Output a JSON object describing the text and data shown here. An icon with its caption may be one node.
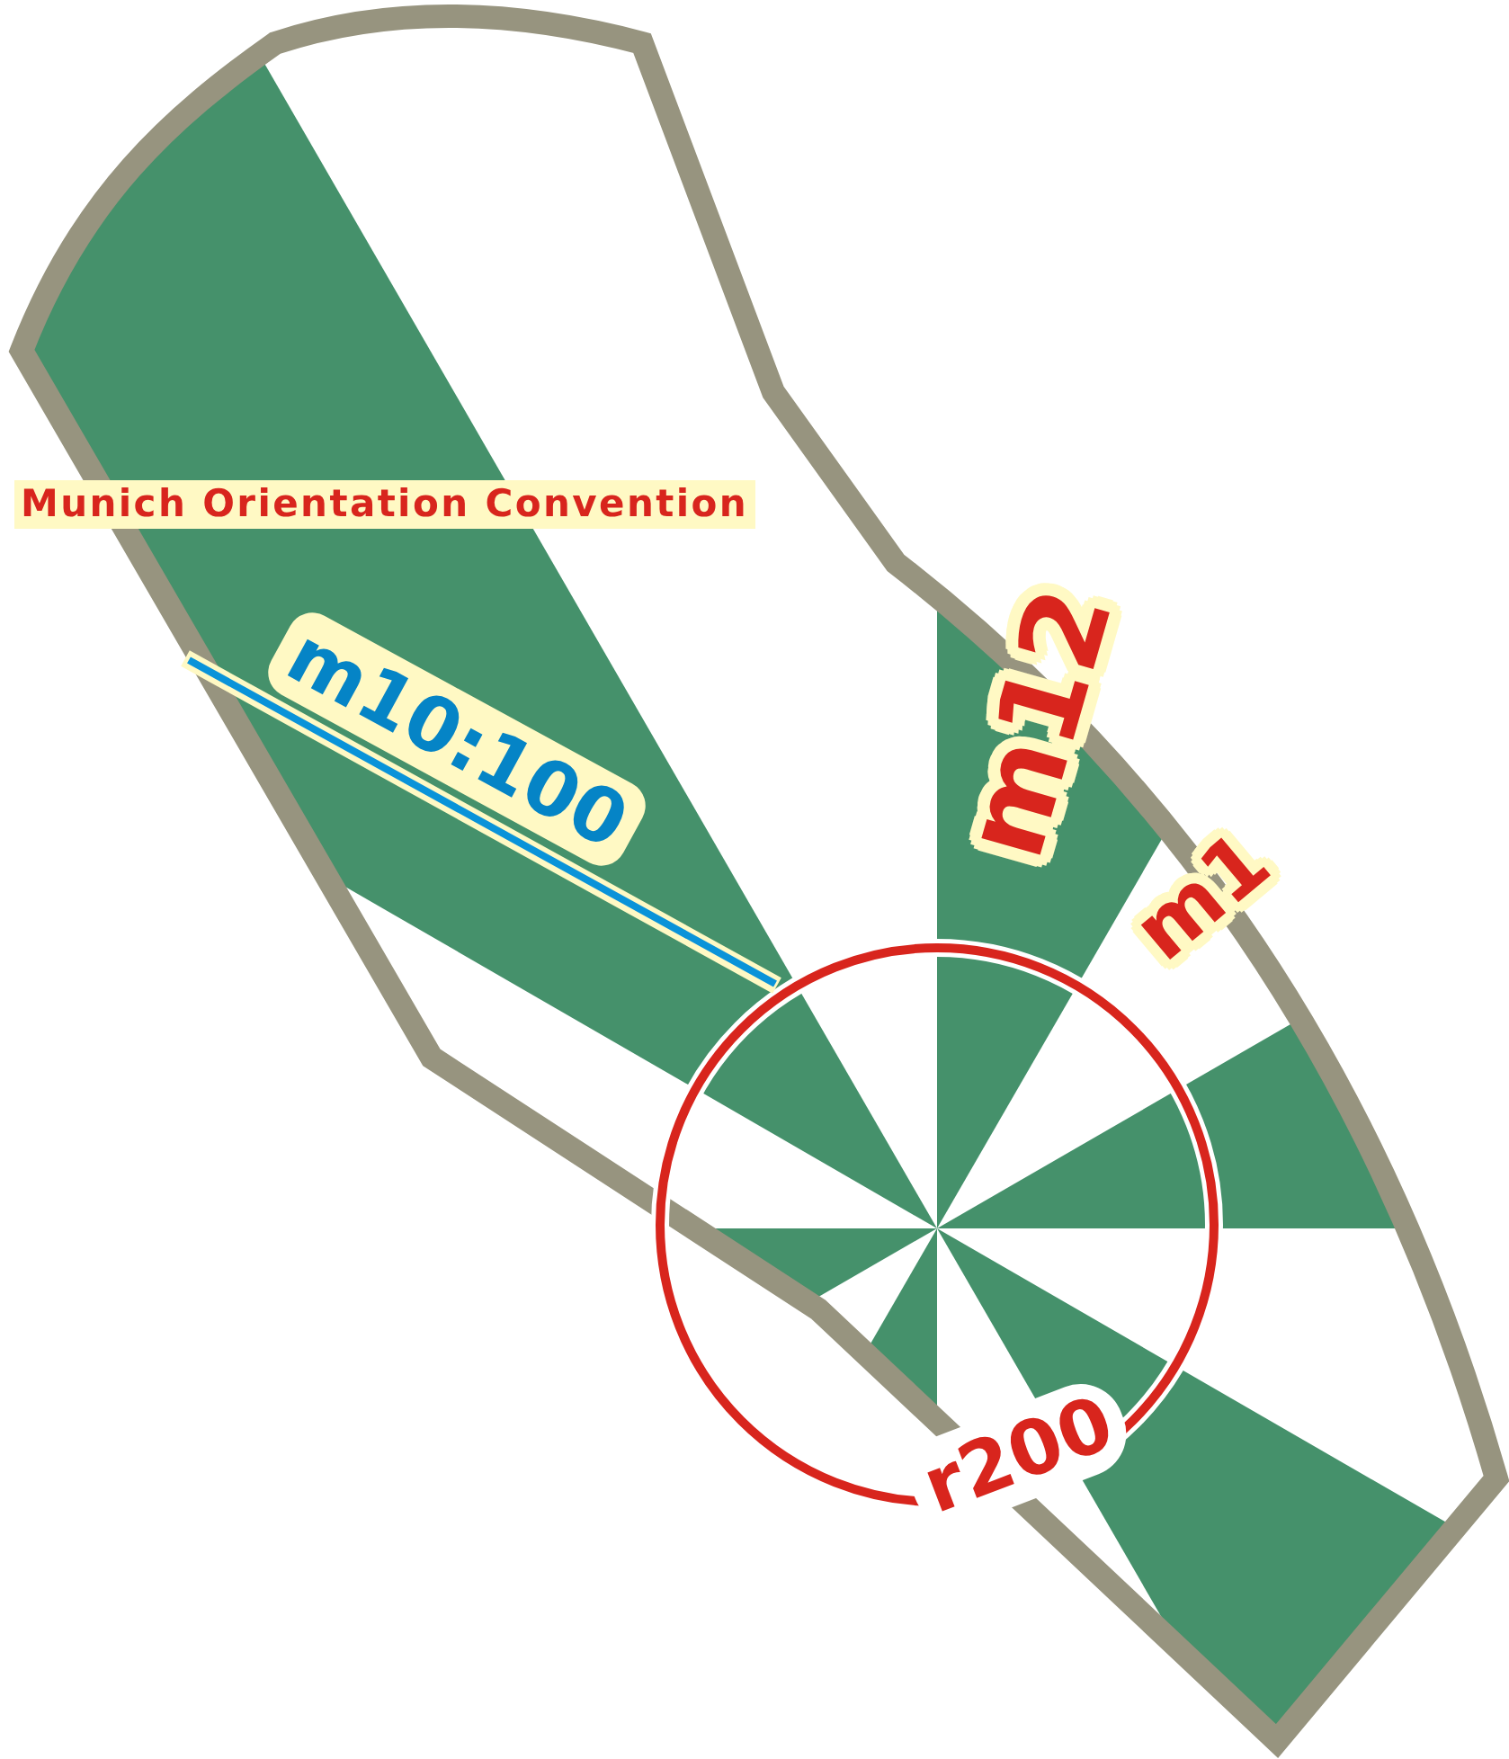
{
  "diagram": {
    "labels": [
      "Munich Orientation Convention",
      "m10:100",
      "m12",
      "m1",
      "r200"
    ]
  }
}
